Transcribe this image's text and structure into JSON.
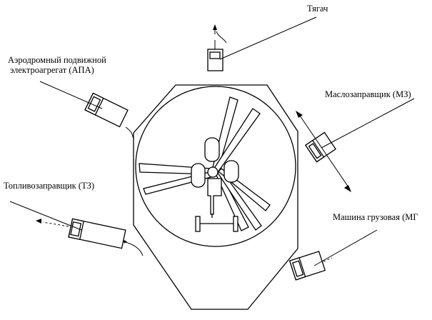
{
  "labels": {
    "tyagach": "Тягач",
    "apa_line1": "Аэродромный подвижной",
    "apa_line2": "электроагрегат (АПА)",
    "mz": "Маслозаправщик (МЗ)",
    "tz": "Топливозаправщик (ТЗ)",
    "mg": "Машина грузовая (МГ"
  },
  "colors": {
    "stroke": "#000000",
    "background": "#ffffff"
  }
}
